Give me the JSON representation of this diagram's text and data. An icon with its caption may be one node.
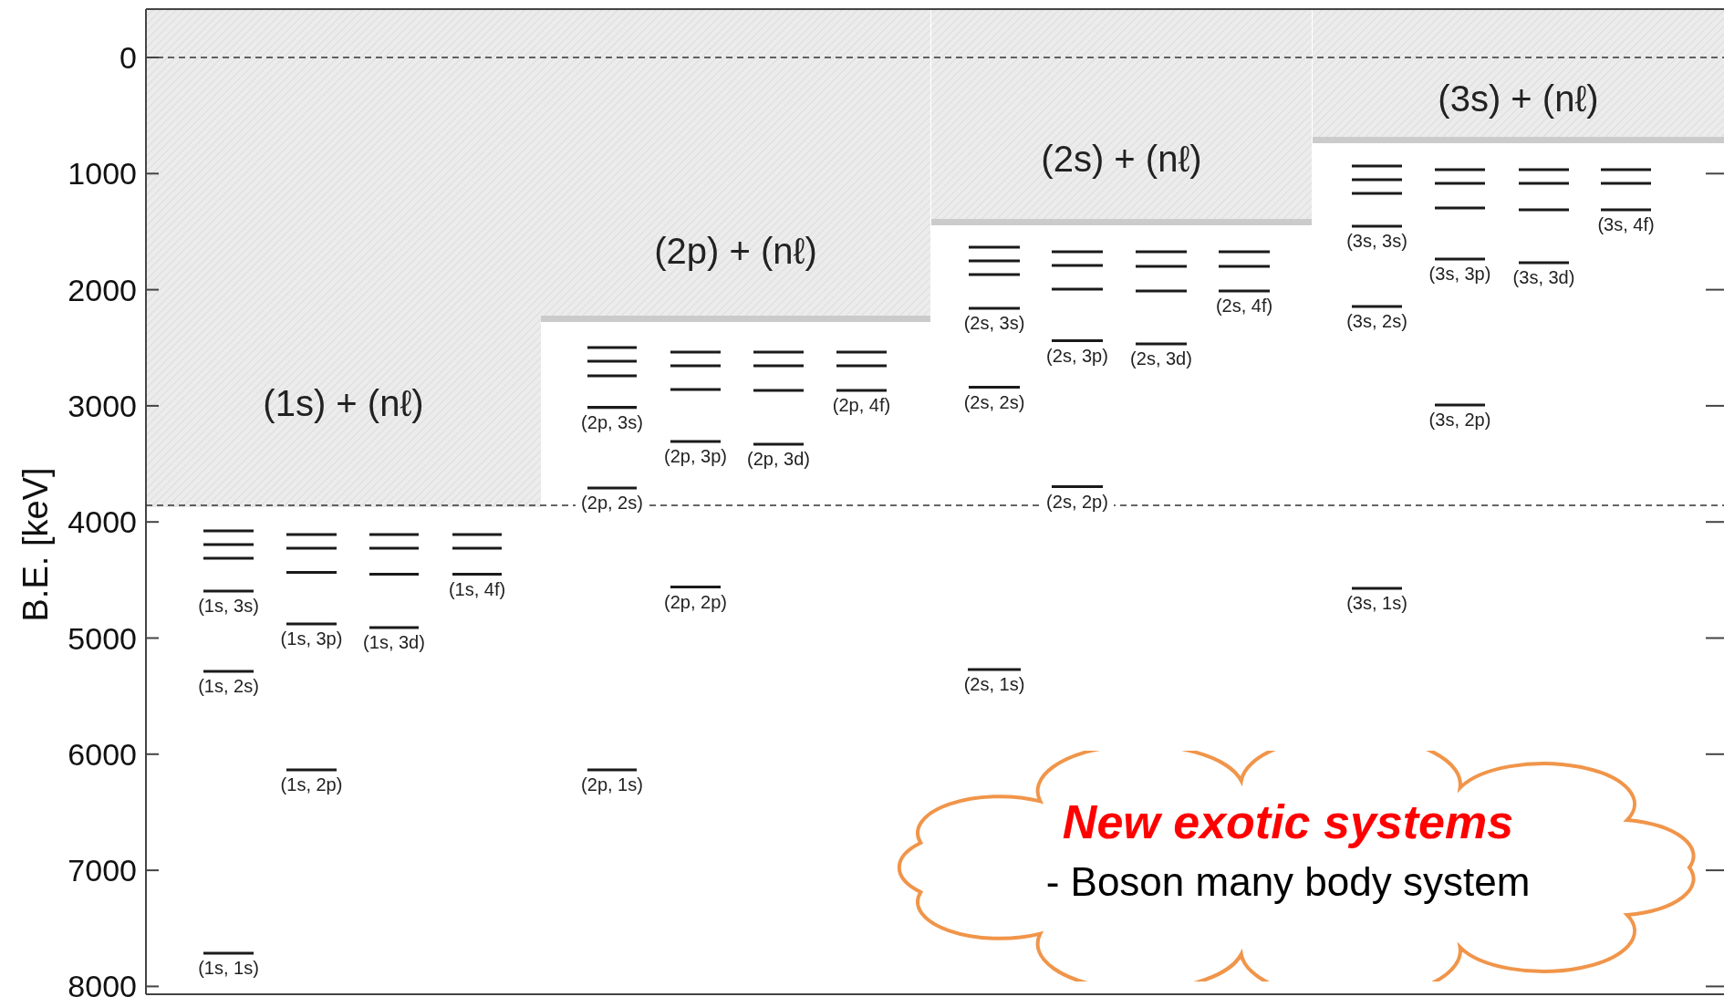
{
  "diagram": {
    "nodes": [
      {
        "text": [
          "(1s) + (nℓ)"
        ]
      },
      {
        "text": [
          "(2p) + (nℓ)"
        ]
      },
      {
        "text": [
          "(2s) + (nℓ)"
        ]
      },
      {
        "text": [
          "(3s) + (nℓ)"
        ]
      },
      {
        "text": [
          "New exotic systems",
          "- Boson many body system"
        ]
      }
    ],
    "labels": [
      "B.E. [keV]",
      "0",
      "1000",
      "2000",
      "3000",
      "4000",
      "5000",
      "6000",
      "7000",
      "8000",
      "(1s, 3s)",
      "(1s, 3p)",
      "(1s, 3d)",
      "(1s, 4f)",
      "(1s, 2s)",
      "(1s, 2p)",
      "(1s, 1s)",
      "(2p, 3s)",
      "(2p, 3p)",
      "(2p, 3d)",
      "(2p, 4f)",
      "(2p, 2s)",
      "(2p, 2p)",
      "(2p, 1s)",
      "(2s, 3s)",
      "(2s, 3p)",
      "(2s, 3d)",
      "(2s, 4f)",
      "(2s, 2s)",
      "(2s, 2p)",
      "(2s, 1s)",
      "(3s, 3s)",
      "(3s, 3p)",
      "(3s, 3d)",
      "(3s, 4f)",
      "(3s, 2s)",
      "(3s, 2p)",
      "(3s, 1s)"
    ]
  }
}
